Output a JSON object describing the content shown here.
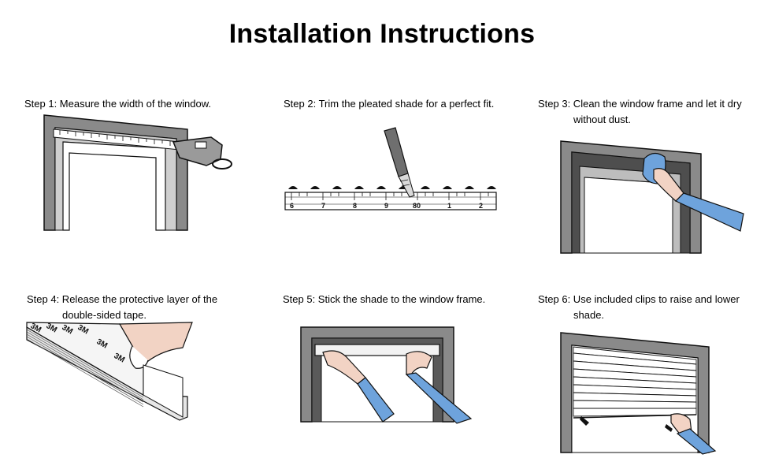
{
  "title": "Installation Instructions",
  "steps": [
    {
      "line1": "Step 1: Measure the width of the window.",
      "line2": ""
    },
    {
      "line1": "Step 2: Trim the pleated shade for a perfect fit.",
      "line2": ""
    },
    {
      "line1": "Step 3: Clean the window frame and let it dry",
      "line2": "without dust."
    },
    {
      "line1": "Step 4: Release the protective layer of the",
      "line2": "double-sided tape."
    },
    {
      "line1": "Step 5: Stick the shade to the window frame.",
      "line2": ""
    },
    {
      "line1": "Step 6: Use included clips to raise and lower",
      "line2": "shade."
    }
  ],
  "ruler_numbers": [
    "6",
    "7",
    "8",
    "9",
    "80",
    "1",
    "2"
  ],
  "tape_brand": "3M",
  "colors": {
    "frame": "#8a8a8a",
    "frame_dark": "#555555",
    "sleeve": "#6ea3dc",
    "skin": "#f2d3c4"
  }
}
